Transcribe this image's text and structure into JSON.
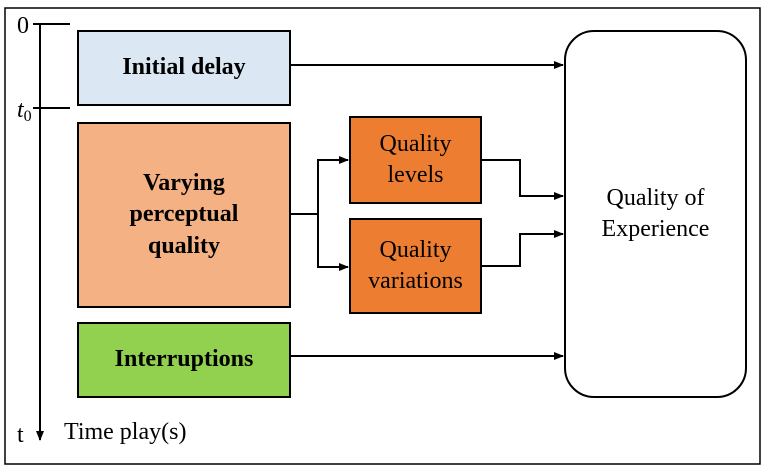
{
  "axis": {
    "zero_label": "0",
    "t0_label": "t",
    "t0_sub": "0",
    "t_label": "t",
    "time_label": "Time play(s)"
  },
  "boxes": {
    "initial_delay": "Initial delay",
    "varying_quality": "Varying perceptual quality",
    "interruptions": "Interruptions",
    "quality_levels": "Quality levels",
    "quality_variations": "Quality variations",
    "qoe": "Quality of Experience"
  },
  "colors": {
    "initial_delay": "#dbe8f4",
    "varying_quality": "#f4b183",
    "interruptions": "#92d050",
    "quality_sub": "#ed7d31",
    "qoe": "#ffffff",
    "stroke": "#000000"
  }
}
